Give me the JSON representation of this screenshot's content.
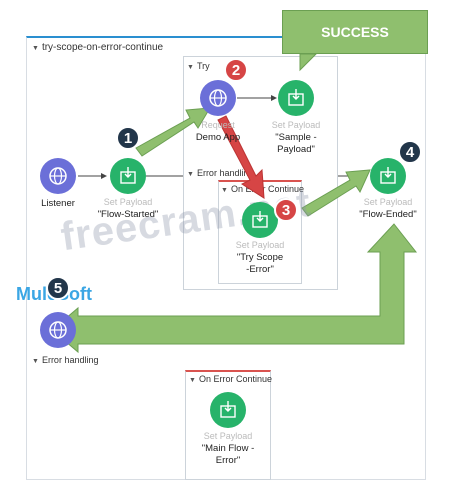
{
  "flow": {
    "title": "try-scope-on-error-continue"
  },
  "try_scope": {
    "title": "Try",
    "error_handling": "Error handling"
  },
  "inner_on_error": {
    "title": "On Error Continue"
  },
  "outer_error_handling": {
    "title": "Error handling"
  },
  "outer_on_error": {
    "title": "On Error Continue"
  },
  "nodes": {
    "listener": {
      "name": "Listener"
    },
    "set_payload_1": {
      "caption": "Set Payload",
      "name": "\"Flow-Started\""
    },
    "request": {
      "caption": "Request",
      "name": "Demo App"
    },
    "set_payload_2": {
      "caption": "Set Payload",
      "name_line1": "\"Sample -",
      "name_line2": "Payload\""
    },
    "set_payload_3": {
      "caption": "Set Payload",
      "name_line1": "\"Try Scope",
      "name_line2": "-Error\""
    },
    "set_payload_4": {
      "caption": "Set Payload",
      "name": "\"Flow-Ended\""
    },
    "set_payload_5": {
      "caption": "Set Payload",
      "name_line1": "\"Main Flow -",
      "name_line2": "Error\""
    }
  },
  "badges": [
    "1",
    "2",
    "3",
    "4",
    "5"
  ],
  "callout": {
    "success": "SUCCESS"
  },
  "watermark": "freecram.net",
  "logo": "MuleSoft",
  "colors": {
    "accent": "#2a8fd0",
    "node_green": "#27b36a",
    "node_purple": "#6b6fd8",
    "badge_dark": "#22364a",
    "badge_red": "#d64545",
    "arrow_green": "#8fbf6e",
    "arrow_red": "#d64545"
  }
}
